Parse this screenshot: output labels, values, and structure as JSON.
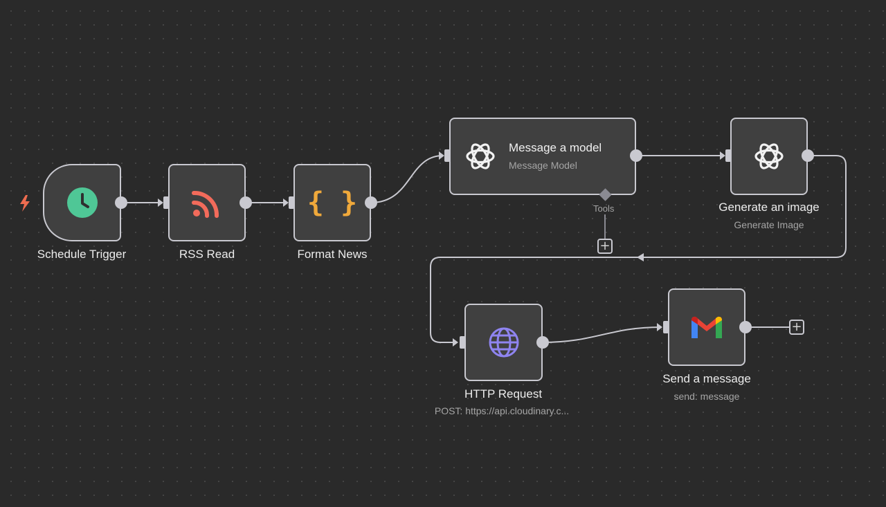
{
  "canvas": {
    "nodes": {
      "schedule_trigger": {
        "label": "Schedule Trigger",
        "icon": "clock-icon"
      },
      "rss_read": {
        "label": "RSS Read",
        "icon": "rss-icon"
      },
      "format_news": {
        "label": "Format News",
        "icon_text": "{ }",
        "icon": "code-braces-icon"
      },
      "message_model": {
        "label": "Message a model",
        "sublabel": "Message Model",
        "icon": "openai-icon",
        "tools_label": "Tools"
      },
      "generate_image": {
        "label": "Generate an image",
        "sublabel": "Generate Image",
        "icon": "openai-icon"
      },
      "http_request": {
        "label": "HTTP Request",
        "sublabel": "POST: https://api.cloudinary.c...",
        "icon": "globe-icon"
      },
      "send_message": {
        "label": "Send a message",
        "sublabel": "send: message",
        "icon": "gmail-icon"
      }
    },
    "add_button_symbol": "+"
  },
  "colors": {
    "background": "#2a2a2a",
    "node_fill": "#404040",
    "node_border": "#c9c9d0",
    "clock": "#4fc796",
    "rss": "#f26b5b",
    "braces": "#f0a93b",
    "globe": "#8f84f0",
    "trigger_bolt": "#ee6c50"
  }
}
